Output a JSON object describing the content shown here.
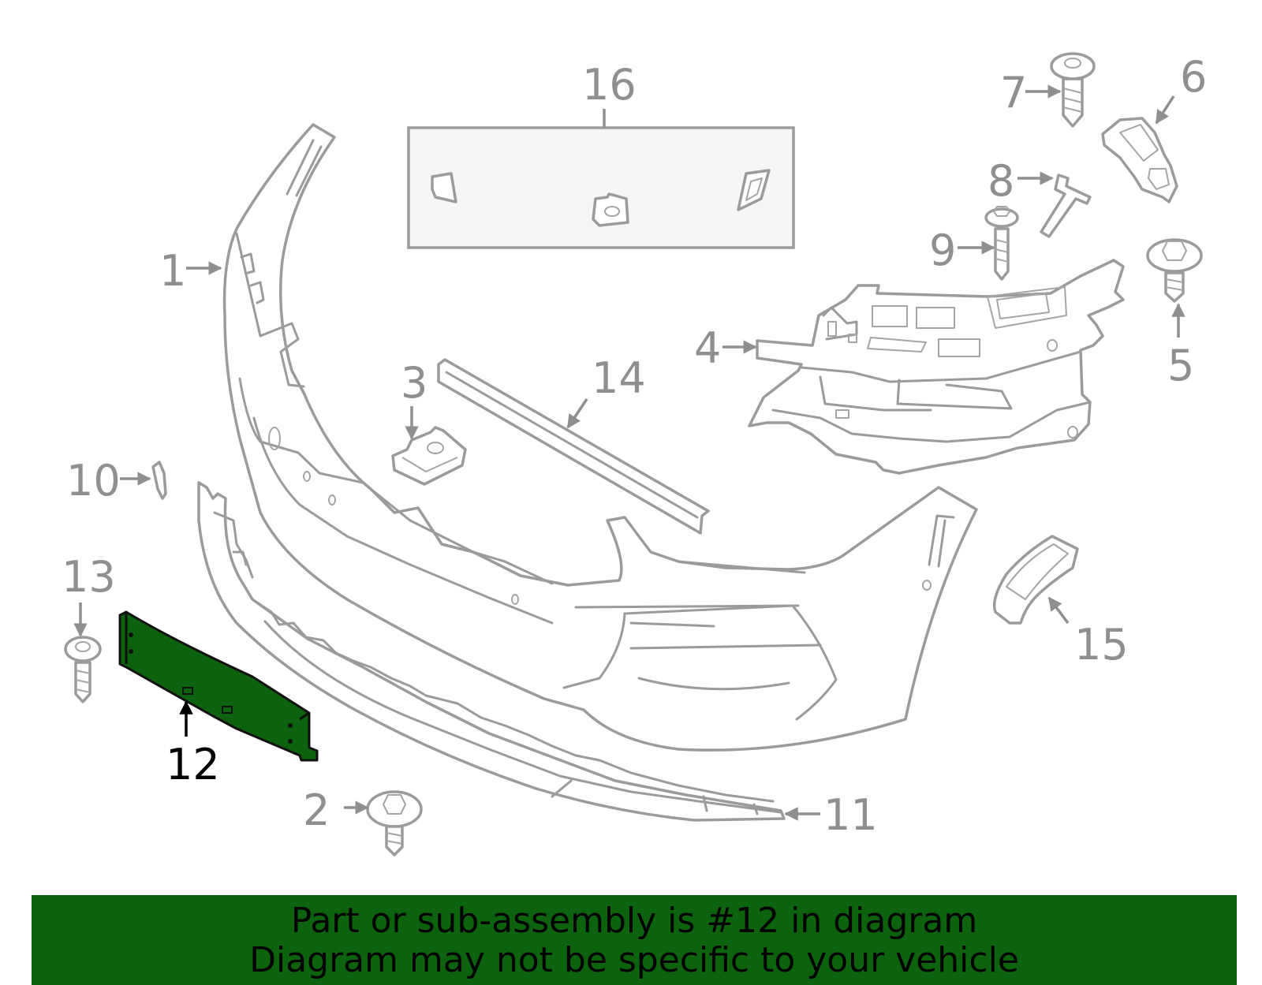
{
  "callouts": {
    "c1": "1",
    "c2": "2",
    "c3": "3",
    "c4": "4",
    "c5": "5",
    "c6": "6",
    "c7": "7",
    "c8": "8",
    "c9": "9",
    "c10": "10",
    "c11": "11",
    "c12": "12",
    "c13": "13",
    "c14": "14",
    "c15": "15",
    "c16": "16"
  },
  "highlighted_part": "12",
  "colors": {
    "highlight": "#0d620d",
    "linework": "#9b9b9b",
    "banner": "#0d620d"
  },
  "banner": {
    "line1": "Part or sub-assembly is #12 in diagram",
    "line2": "Diagram may not be specific to your vehicle"
  }
}
